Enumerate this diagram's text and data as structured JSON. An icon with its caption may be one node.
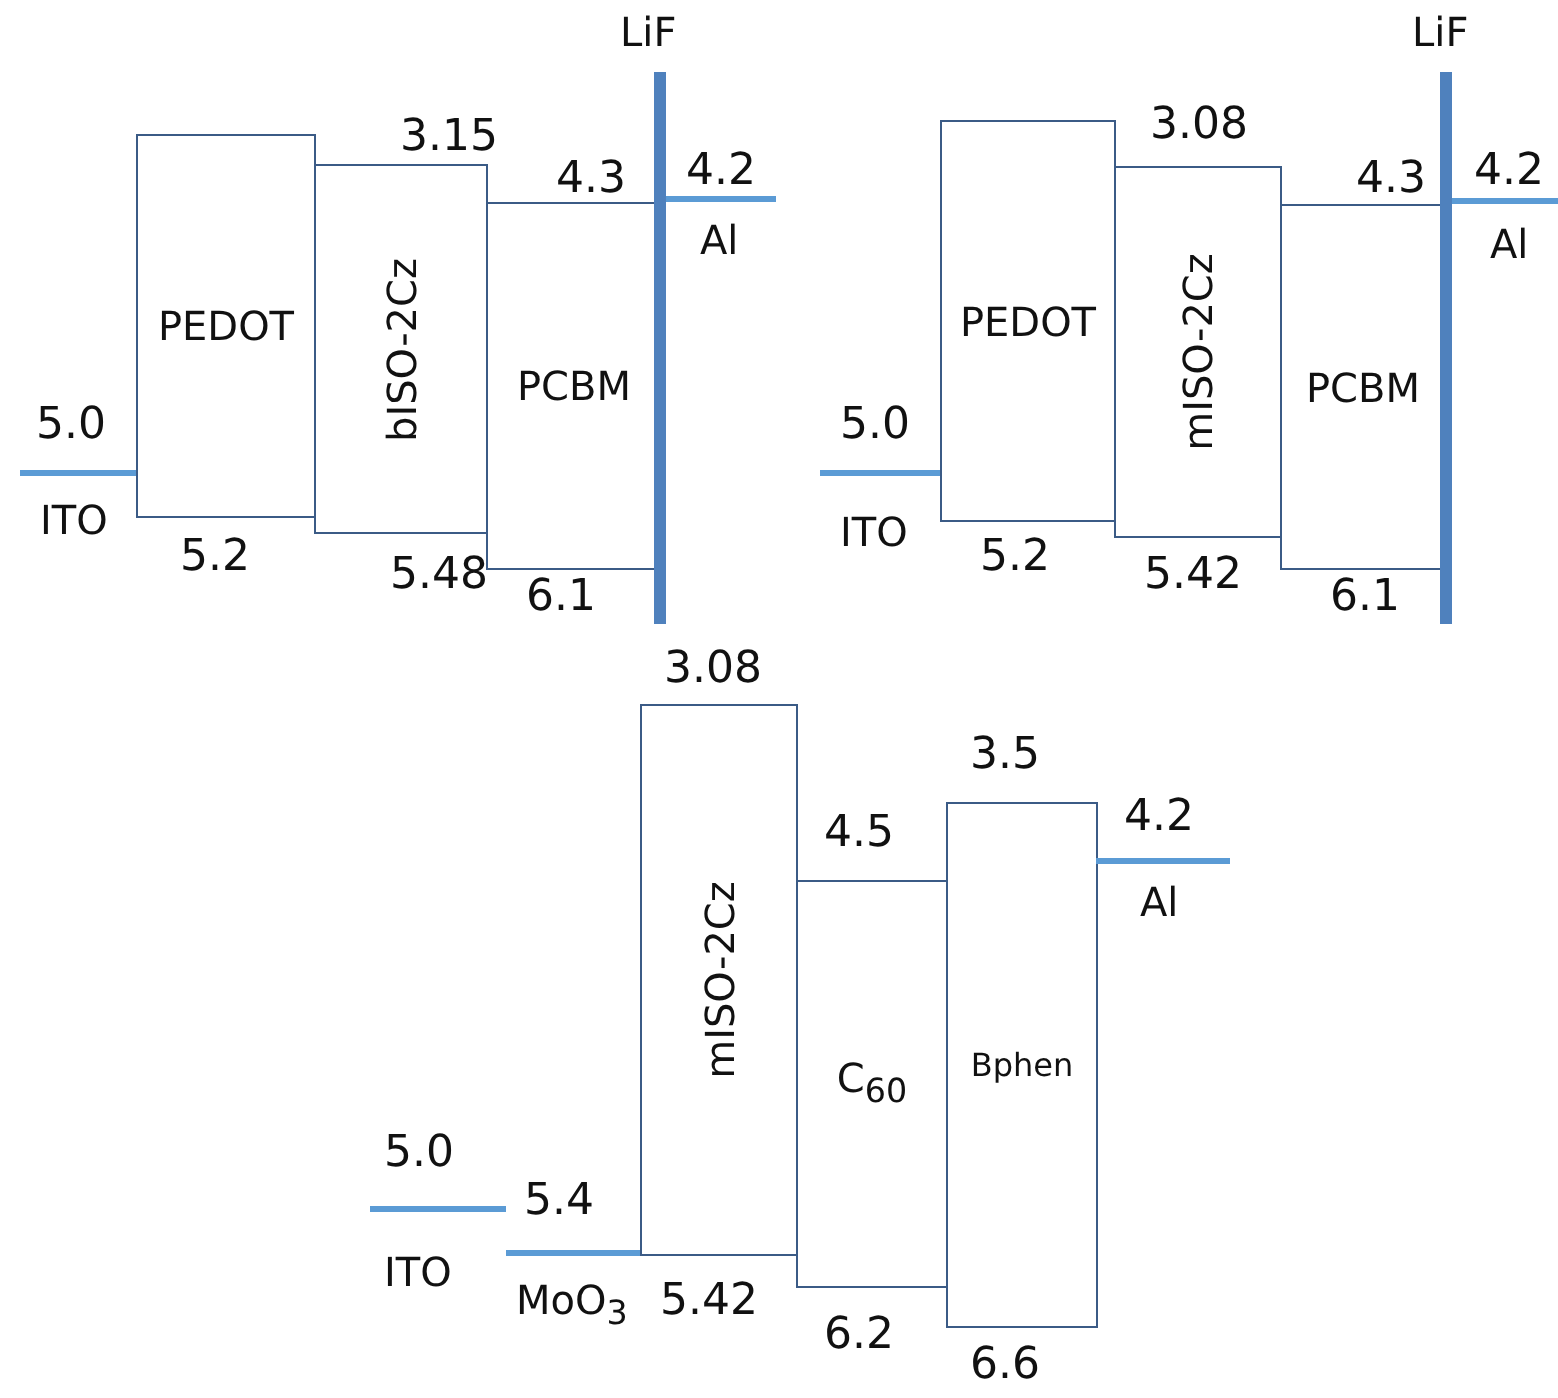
{
  "diagram": {
    "nodes": [
      {
        "text": [
          "ITO"
        ],
        "beside": [
          "5.0"
        ]
      },
      {
        "text": [
          "PEDOT"
        ],
        "beside": [
          "5.2"
        ]
      },
      {
        "text": [
          "bISO-2Cz"
        ],
        "beside": [
          "3.15",
          "5.48"
        ]
      },
      {
        "text": [
          "PCBM"
        ],
        "beside": [
          "4.3",
          "6.1"
        ]
      },
      {
        "text": [
          "LiF"
        ]
      },
      {
        "text": [
          "Al"
        ],
        "beside": [
          "4.2"
        ]
      },
      {
        "text": [
          "ITO"
        ],
        "beside": [
          "5.0"
        ]
      },
      {
        "text": [
          "PEDOT"
        ],
        "beside": [
          "5.2"
        ]
      },
      {
        "text": [
          "mISO-2Cz"
        ],
        "beside": [
          "3.08",
          "5.42"
        ]
      },
      {
        "text": [
          "PCBM"
        ],
        "beside": [
          "4.3",
          "6.1"
        ]
      },
      {
        "text": [
          "LiF"
        ]
      },
      {
        "text": [
          "Al"
        ],
        "beside": [
          "4.2"
        ]
      },
      {
        "text": [
          "ITO"
        ],
        "beside": [
          "5.0"
        ]
      },
      {
        "text": [
          "MoO$_{3}$"
        ],
        "beside": [
          "5.4"
        ]
      },
      {
        "text": [
          "mISO-2Cz"
        ],
        "beside": [
          "3.08",
          "5.42"
        ]
      },
      {
        "text": [
          "C$_{60}$"
        ],
        "beside": [
          "4.5",
          "6.2"
        ]
      },
      {
        "text": [
          "Bphen"
        ],
        "beside": [
          "3.5",
          "6.6"
        ]
      },
      {
        "text": [
          "Al"
        ],
        "beside": [
          "4.2"
        ]
      }
    ],
    "edges": []
  }
}
